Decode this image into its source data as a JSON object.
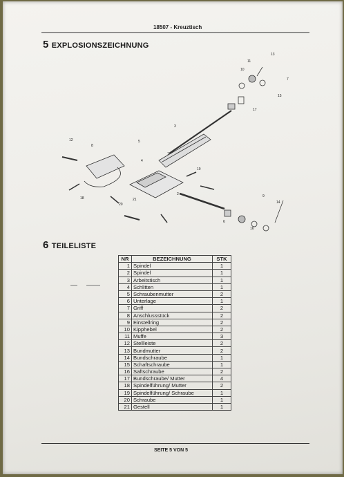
{
  "header": {
    "title": "18507 - Kreuztisch"
  },
  "section5": {
    "number": "5",
    "title": "EXPLOSIONSZEICHNUNG"
  },
  "section6": {
    "number": "6",
    "title": "TEILELISTE"
  },
  "diagram": {
    "callouts": [
      "1",
      "2",
      "3",
      "4",
      "5",
      "6",
      "7",
      "8",
      "9",
      "10",
      "11",
      "12",
      "13",
      "14",
      "15",
      "16",
      "17",
      "18",
      "19",
      "20",
      "21"
    ]
  },
  "parts_table": {
    "headers": [
      "NR",
      "BEZEICHNUNG",
      "STK"
    ],
    "rows": [
      {
        "nr": "1",
        "name": "Spindel",
        "qty": "1"
      },
      {
        "nr": "2",
        "name": "Spindel",
        "qty": "1"
      },
      {
        "nr": "3",
        "name": "Arbeitstisch",
        "qty": "1"
      },
      {
        "nr": "4",
        "name": "Schlitten",
        "qty": "1"
      },
      {
        "nr": "5",
        "name": "Schraubenmutter",
        "qty": "2"
      },
      {
        "nr": "6",
        "name": "Unterlage",
        "qty": "1"
      },
      {
        "nr": "7",
        "name": "Griff",
        "qty": "2"
      },
      {
        "nr": "8",
        "name": "Anschlussstück",
        "qty": "2"
      },
      {
        "nr": "9",
        "name": "Einstellring",
        "qty": "2"
      },
      {
        "nr": "10",
        "name": "Kipphebel",
        "qty": "2"
      },
      {
        "nr": "11",
        "name": "Muffe",
        "qty": "3"
      },
      {
        "nr": "12",
        "name": "Stellleiste",
        "qty": "2"
      },
      {
        "nr": "13",
        "name": "Bundmutter",
        "qty": "2"
      },
      {
        "nr": "14",
        "name": "Bundschraube",
        "qty": "1"
      },
      {
        "nr": "15",
        "name": "Schaftschraube",
        "qty": "1"
      },
      {
        "nr": "16",
        "name": "Saftschraube",
        "qty": "2"
      },
      {
        "nr": "17",
        "name": "Bundschraube/ Mutter",
        "qty": "4"
      },
      {
        "nr": "18",
        "name": "Spindelführung/ Mutter",
        "qty": "2"
      },
      {
        "nr": "19",
        "name": "Spindelführung/ Schraube",
        "qty": "1"
      },
      {
        "nr": "20",
        "name": "Schraube",
        "qty": "1"
      },
      {
        "nr": "21",
        "name": "Gestell",
        "qty": "1"
      }
    ]
  },
  "footer": {
    "page": "SEITE 5 VON 5"
  }
}
